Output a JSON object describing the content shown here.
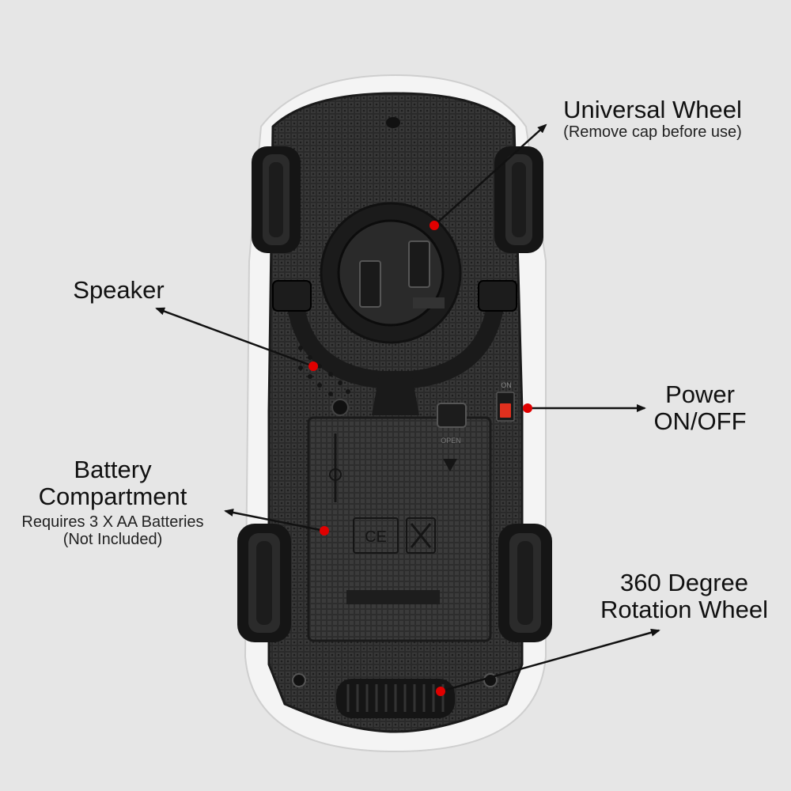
{
  "labels": {
    "universal_wheel": {
      "title": "Universal Wheel",
      "note": "(Remove cap before use)"
    },
    "speaker": {
      "title": "Speaker"
    },
    "power": {
      "line1": "Power",
      "line2": "ON/OFF"
    },
    "battery": {
      "line1": "Battery",
      "line2": "Compartment",
      "note1": "Requires 3 X AA Batteries",
      "note2": "(Not Included)"
    },
    "rotation_wheel": {
      "line1": "360 Degree",
      "line2": "Rotation Wheel"
    }
  },
  "markings": {
    "switch_label": "ON",
    "battery_open": "OPEN",
    "ce_mark": "CE"
  },
  "colors": {
    "background": "#e6e6e6",
    "car_body": "#2b2b2b",
    "car_shell": "#f4f4f4",
    "tire": "#151515",
    "marker": "#e00000",
    "switch": "#e0301e",
    "arrow": "#111111"
  }
}
